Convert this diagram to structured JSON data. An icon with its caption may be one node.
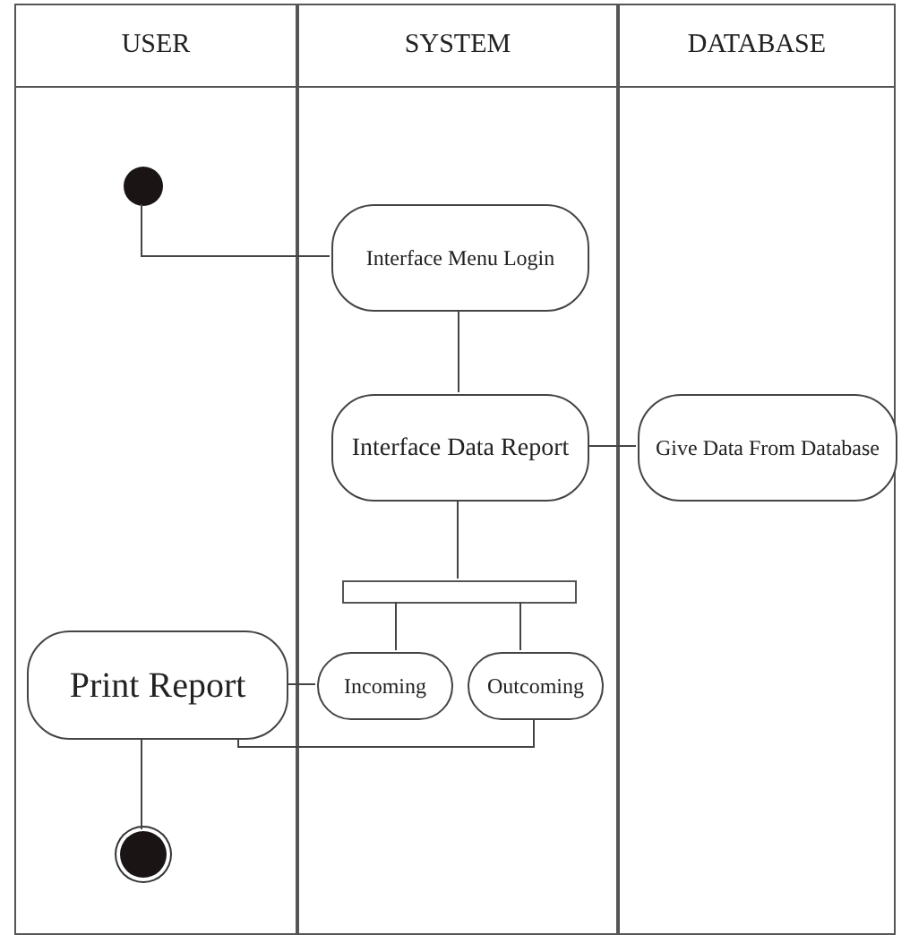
{
  "diagram": {
    "nodes": [
      {
        "text": [
          "USER"
        ]
      },
      {
        "text": [
          "SYSTEM"
        ]
      },
      {
        "text": [
          "DATABASE"
        ]
      },
      {
        "text": [],
        "shape": "circle",
        "in": 0
      },
      {
        "text": [
          "Interface Menu Login"
        ],
        "in": 1
      },
      {
        "text": [
          "Interface Data Report"
        ],
        "in": 1
      },
      {
        "text": [
          "Give Data From Database"
        ],
        "in": 2
      },
      {
        "text": [],
        "shape": "bar",
        "in": 1
      },
      {
        "text": [
          "Incoming"
        ],
        "in": 1
      },
      {
        "text": [
          "Outcoming"
        ],
        "in": 1
      },
      {
        "text": [
          "Print Report"
        ],
        "in": 0
      },
      {
        "text": [],
        "shape": "circle",
        "in": 0
      }
    ],
    "edges": [
      {
        "from": 3,
        "to": 4,
        "arrow": "none"
      },
      {
        "from": 4,
        "to": 5,
        "arrow": "none"
      },
      {
        "from": 5,
        "to": 6,
        "arrow": "none"
      },
      {
        "from": 5,
        "to": 7,
        "arrow": "none"
      },
      {
        "from": 7,
        "to": 8,
        "arrow": "none"
      },
      {
        "from": 7,
        "to": 9,
        "arrow": "none"
      },
      {
        "from": 10,
        "to": 8,
        "arrow": "none"
      },
      {
        "from": 9,
        "to": 10,
        "arrow": "none"
      },
      {
        "from": 10,
        "to": 11,
        "arrow": "none"
      }
    ]
  }
}
